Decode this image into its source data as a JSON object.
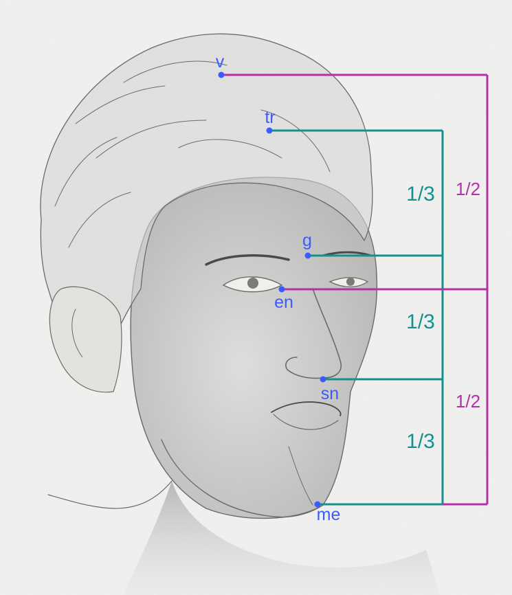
{
  "landmarks": [
    {
      "id": "v",
      "label": "v"
    },
    {
      "id": "tr",
      "label": "tr"
    },
    {
      "id": "g",
      "label": "g"
    },
    {
      "id": "en",
      "label": "en"
    },
    {
      "id": "sn",
      "label": "sn"
    },
    {
      "id": "me",
      "label": "me"
    }
  ],
  "ratios": {
    "third_upper": "1/3",
    "third_middle": "1/3",
    "third_lower": "1/3",
    "half_upper": "1/2",
    "half_lower": "1/2"
  },
  "colors": {
    "point": "#3b5bff",
    "label": "#3b5bff",
    "thirds_line": "#14918f",
    "halves_line": "#b52fa8",
    "paper": "#f3f3f1",
    "pencil": "#6a6a6a"
  }
}
